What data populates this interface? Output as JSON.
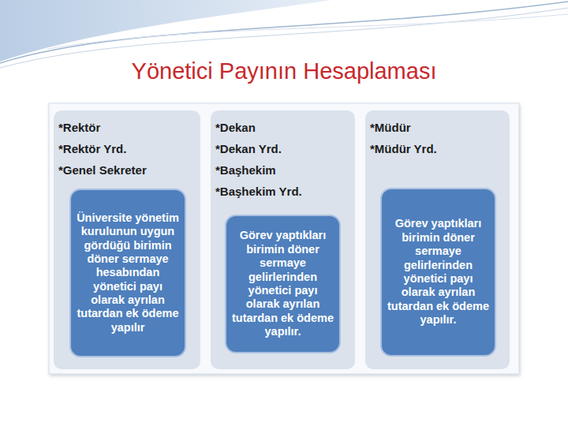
{
  "diagram": {
    "title": "Yönetici Payının Hesaplaması",
    "nodes": [
      {
        "text": [
          "*Rektör",
          "*Rektör Yrd.",
          "*Genel Sekreter"
        ]
      },
      {
        "text": [
          "Üniversite yönetim kurulunun uygun gördüğü birimin döner sermaye hesabından yönetici payı olarak ayrılan tutardan ek ödeme yapılır"
        ],
        "in": 0
      },
      {
        "text": [
          "*Dekan",
          "*Dekan Yrd.",
          "*Başhekim",
          "*Başhekim Yrd."
        ]
      },
      {
        "text": [
          "Görev yaptıkları birimin döner sermaye gelirlerinden yönetici payı olarak ayrılan tutardan ek ödeme yapılır."
        ],
        "in": 2
      },
      {
        "text": [
          "*Müdür",
          "*Müdür Yrd."
        ]
      },
      {
        "text": [
          "Görev yaptıkları birimin döner sermaye gelirlerinden yönetici payı olarak ayrılan tutardan ek ödeme yapılır."
        ],
        "in": 4
      }
    ]
  }
}
